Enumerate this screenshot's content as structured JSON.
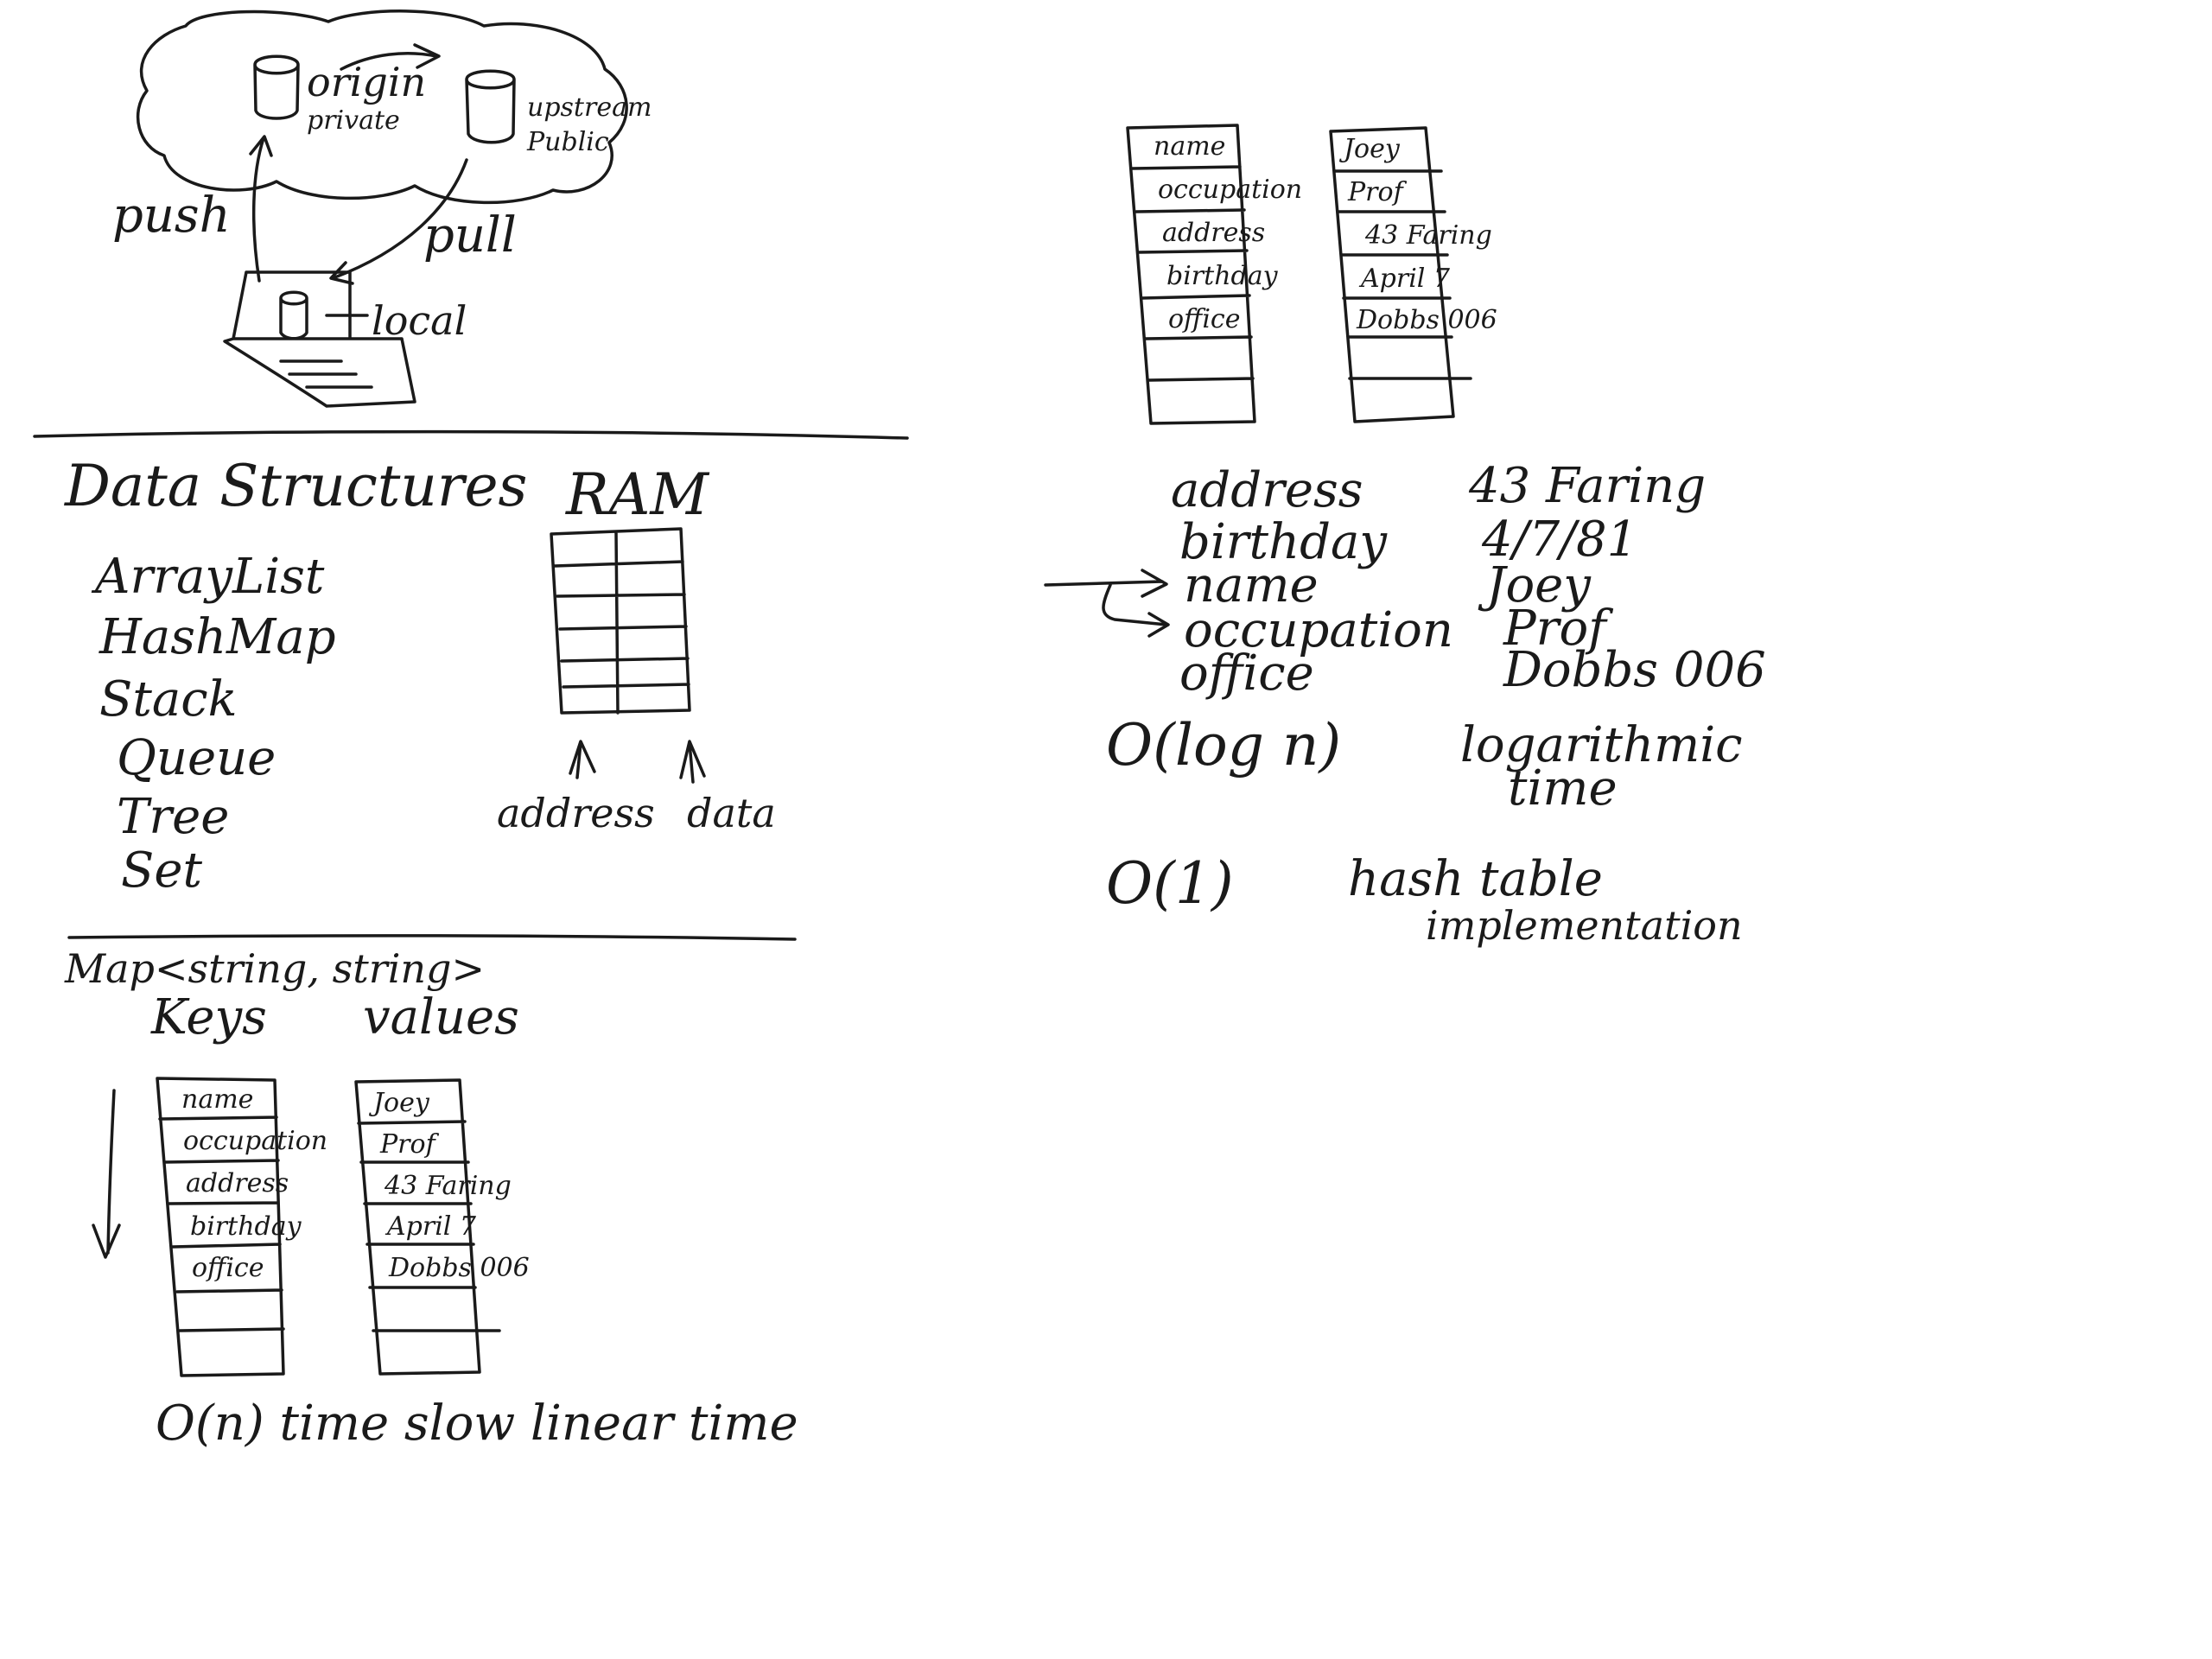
{
  "git_diagram": {
    "origin_label": "origin",
    "private_label": "private",
    "upstream_label": "upstream",
    "public_label": "Public",
    "push_label": "push",
    "pull_label": "pull",
    "local_label": "local"
  },
  "data_structures": {
    "heading": "Data Structures",
    "items": [
      "ArrayList",
      "HashMap",
      "Stack",
      "Queue",
      "Tree",
      "Set"
    ]
  },
  "ram_diagram": {
    "title": "RAM",
    "address_label": "address",
    "data_label": "data"
  },
  "map_section": {
    "type_signature": "Map<string, string>",
    "keys_header": "Keys",
    "values_header": "values",
    "keys": [
      "name",
      "occupation",
      "address",
      "birthday",
      "office"
    ],
    "values": [
      "Joey",
      "Prof",
      "43 Faring",
      "April 7",
      "Dobbs 006"
    ],
    "complexity_note": "O(n) time slow linear time"
  },
  "right_table": {
    "keys": [
      "name",
      "occupation",
      "address",
      "birthday",
      "office"
    ],
    "values": [
      "Joey",
      "Prof",
      "43 Faring",
      "April 7",
      "Dobbs 006"
    ]
  },
  "sorted_list": {
    "keys": [
      "address",
      "birthday",
      "name",
      "occupation",
      "office"
    ],
    "values": [
      "43 Faring",
      "4/7/81",
      "Joey",
      "Prof",
      "Dobbs 006"
    ]
  },
  "complexities": {
    "log_n": "O(log n)",
    "log_desc_1": "logarithmic",
    "log_desc_2": "time",
    "const": "O(1)",
    "const_desc_1": "hash table",
    "const_desc_2": "implementation"
  }
}
